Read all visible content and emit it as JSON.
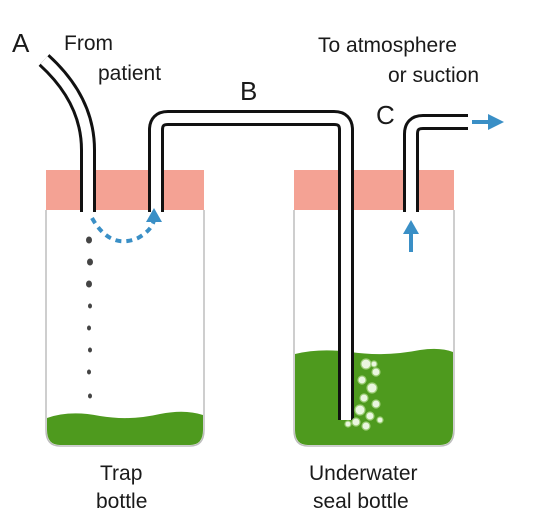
{
  "labels": {
    "letter_a": "A",
    "letter_b": "B",
    "letter_c": "C",
    "from_patient_line1": "From",
    "from_patient_line2": "patient",
    "to_atmosphere_line1": "To atmosphere",
    "to_atmosphere_line2": "or suction",
    "trap_line1": "Trap",
    "trap_line2": "bottle",
    "seal_line1": "Underwater",
    "seal_line2": "seal bottle"
  },
  "colors": {
    "cap": "#f4a294",
    "liquid": "#4e9a1e",
    "liquid_dark": "#3a7d12",
    "tube": "#111111",
    "arrow": "#3a8fc6",
    "drip": "#444444"
  }
}
